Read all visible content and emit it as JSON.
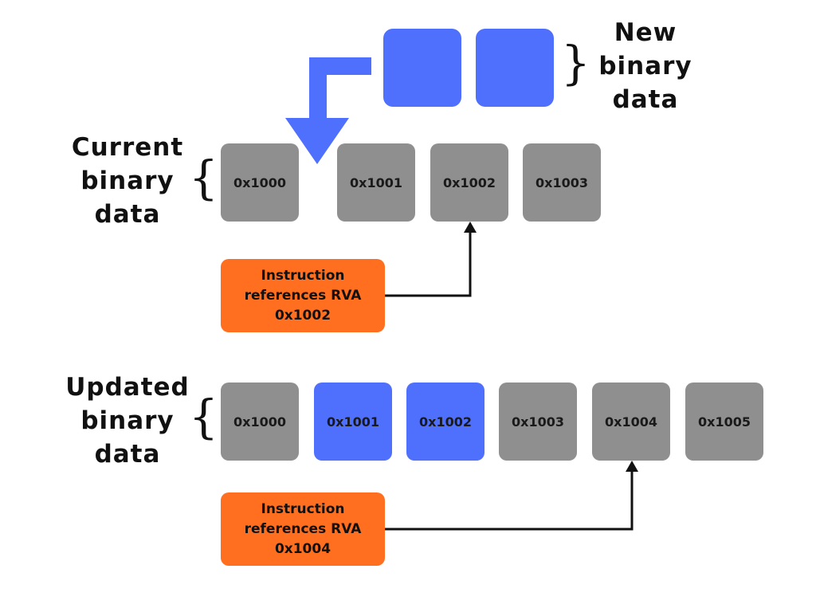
{
  "new_binary": {
    "label_lines": [
      "New",
      "binary",
      "data"
    ],
    "block_count": 2,
    "brace": "}"
  },
  "current_binary": {
    "label_lines": [
      "Current",
      "binary",
      "data"
    ],
    "brace": "{",
    "cells": [
      "0x1000",
      "0x1001",
      "0x1002",
      "0x1003"
    ]
  },
  "instruction_current": {
    "lines": [
      "Instruction",
      "references RVA",
      "0x1002"
    ]
  },
  "updated_binary": {
    "label_lines": [
      "Updated",
      "binary",
      "data"
    ],
    "brace": "{",
    "cells": [
      "0x1000",
      "0x1001",
      "0x1002",
      "0x1003",
      "0x1004",
      "0x1005"
    ]
  },
  "instruction_updated": {
    "lines": [
      "Instruction",
      "references RVA",
      "0x1004"
    ]
  },
  "colors": {
    "existing_cell": "#8f8f8f",
    "new_cell": "#4f6ffd",
    "instruction_box": "#ff6f1f"
  }
}
